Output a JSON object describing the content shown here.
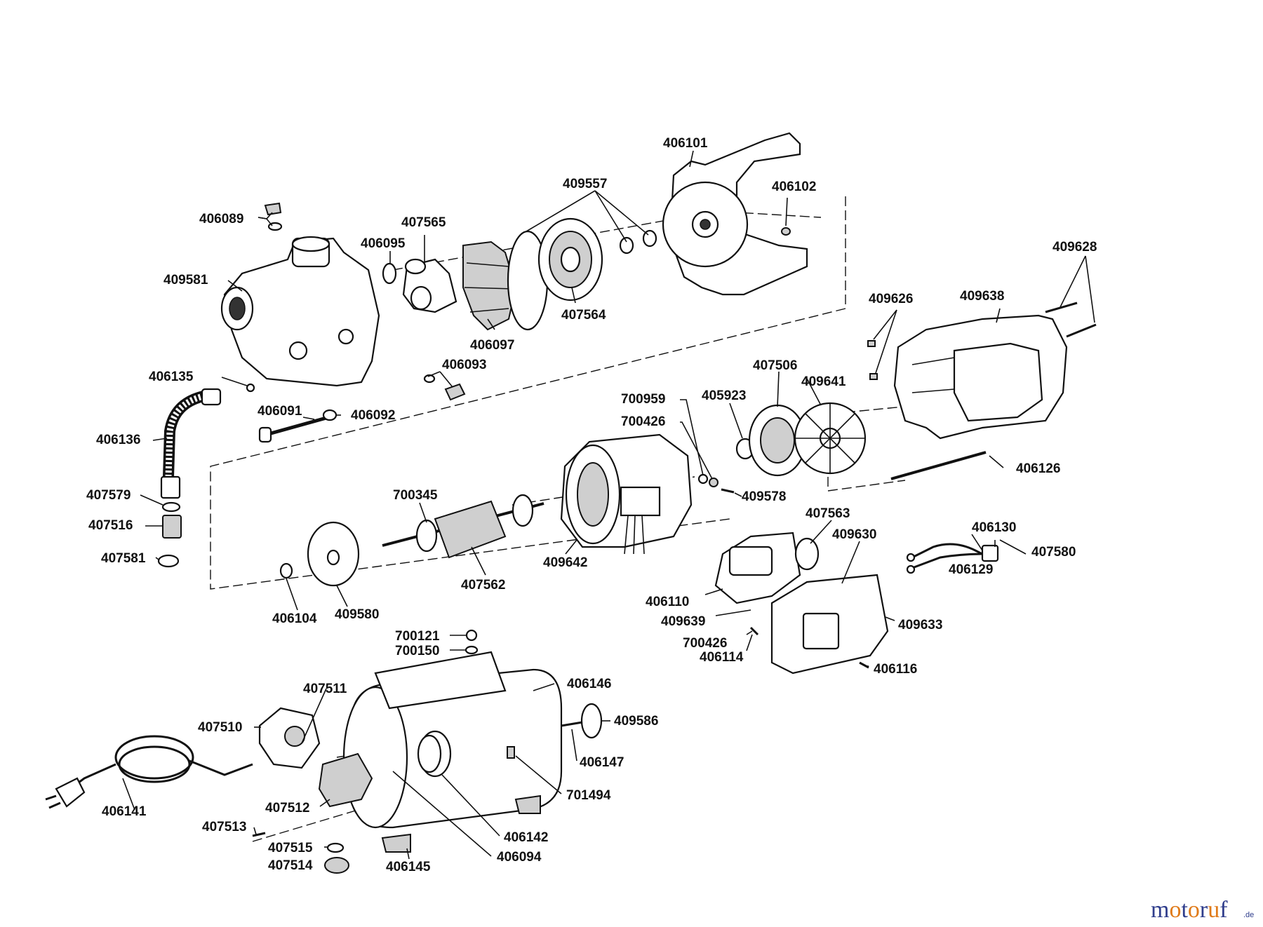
{
  "parts": [
    {
      "id": "406101",
      "label": "406101"
    },
    {
      "id": "409557",
      "label": "409557"
    },
    {
      "id": "406102",
      "label": "406102"
    },
    {
      "id": "406089",
      "label": "406089"
    },
    {
      "id": "407565",
      "label": "407565"
    },
    {
      "id": "406095",
      "label": "406095"
    },
    {
      "id": "409581",
      "label": "409581"
    },
    {
      "id": "407564",
      "label": "407564"
    },
    {
      "id": "406097",
      "label": "406097"
    },
    {
      "id": "409628",
      "label": "409628"
    },
    {
      "id": "409626",
      "label": "409626"
    },
    {
      "id": "409638",
      "label": "409638"
    },
    {
      "id": "406093",
      "label": "406093"
    },
    {
      "id": "406135",
      "label": "406135"
    },
    {
      "id": "406091",
      "label": "406091"
    },
    {
      "id": "406092",
      "label": "406092"
    },
    {
      "id": "406136",
      "label": "406136"
    },
    {
      "id": "407579",
      "label": "407579"
    },
    {
      "id": "407516",
      "label": "407516"
    },
    {
      "id": "407581",
      "label": "407581"
    },
    {
      "id": "700959",
      "label": "700959"
    },
    {
      "id": "700426a",
      "label": "700426"
    },
    {
      "id": "405923",
      "label": "405923"
    },
    {
      "id": "407506",
      "label": "407506"
    },
    {
      "id": "409641",
      "label": "409641"
    },
    {
      "id": "406126",
      "label": "406126"
    },
    {
      "id": "409578",
      "label": "409578"
    },
    {
      "id": "700345",
      "label": "700345"
    },
    {
      "id": "409642",
      "label": "409642"
    },
    {
      "id": "407562",
      "label": "407562"
    },
    {
      "id": "406104",
      "label": "406104"
    },
    {
      "id": "409580",
      "label": "409580"
    },
    {
      "id": "407563",
      "label": "407563"
    },
    {
      "id": "409630",
      "label": "409630"
    },
    {
      "id": "406130",
      "label": "406130"
    },
    {
      "id": "407580",
      "label": "407580"
    },
    {
      "id": "406129",
      "label": "406129"
    },
    {
      "id": "406110",
      "label": "406110"
    },
    {
      "id": "409639",
      "label": "409639"
    },
    {
      "id": "409633",
      "label": "409633"
    },
    {
      "id": "700426b",
      "label": "700426"
    },
    {
      "id": "406114",
      "label": "406114"
    },
    {
      "id": "406116",
      "label": "406116"
    },
    {
      "id": "700121",
      "label": "700121"
    },
    {
      "id": "700150",
      "label": "700150"
    },
    {
      "id": "406146",
      "label": "406146"
    },
    {
      "id": "407511",
      "label": "407511"
    },
    {
      "id": "407510",
      "label": "407510"
    },
    {
      "id": "409586",
      "label": "409586"
    },
    {
      "id": "406147",
      "label": "406147"
    },
    {
      "id": "701494",
      "label": "701494"
    },
    {
      "id": "406141",
      "label": "406141"
    },
    {
      "id": "407512",
      "label": "407512"
    },
    {
      "id": "407513",
      "label": "407513"
    },
    {
      "id": "406142",
      "label": "406142"
    },
    {
      "id": "407515",
      "label": "407515"
    },
    {
      "id": "406094",
      "label": "406094"
    },
    {
      "id": "407514",
      "label": "407514"
    },
    {
      "id": "406145",
      "label": "406145"
    }
  ],
  "watermark": {
    "segments": [
      {
        "text": "m",
        "color": "#2f3d8c"
      },
      {
        "text": "o",
        "color": "#e07b1a"
      },
      {
        "text": "t",
        "color": "#2f3d8c"
      },
      {
        "text": "o",
        "color": "#e07b1a"
      },
      {
        "text": "r",
        "color": "#2f3d8c"
      },
      {
        "text": "u",
        "color": "#e07b1a"
      },
      {
        "text": "f",
        "color": "#2f3d8c"
      }
    ],
    "suffix": ".de"
  }
}
